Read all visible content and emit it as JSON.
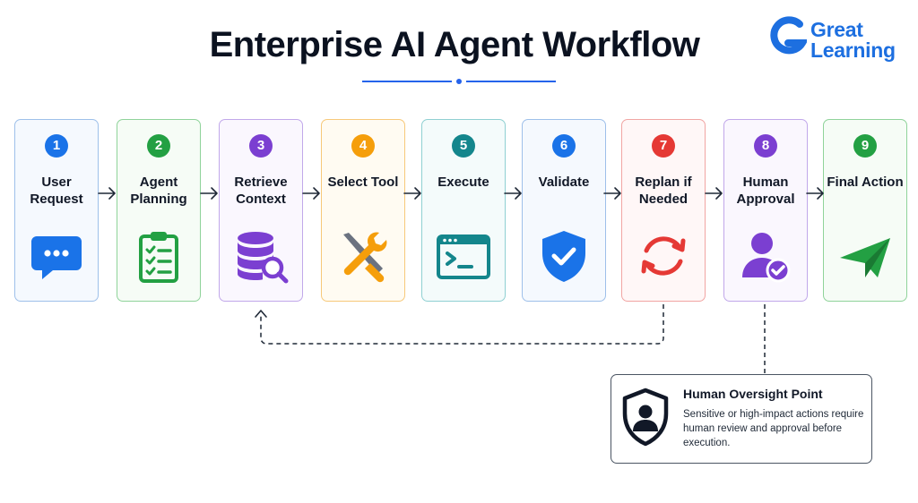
{
  "title": "Enterprise AI Agent Workflow",
  "logo": {
    "line1": "Great",
    "line2": "Learning",
    "color": "#1d6fe0"
  },
  "steps": [
    {
      "number": "1",
      "label": "User Request",
      "icon": "chat-bubble-icon",
      "color": "#1a73e8",
      "border": "#9ec0ea",
      "bg": "#f5f9fe"
    },
    {
      "number": "2",
      "label": "Agent Planning",
      "icon": "clipboard-checklist-icon",
      "color": "#23a043",
      "border": "#8fd39a",
      "bg": "#f6fcf6"
    },
    {
      "number": "3",
      "label": "Retrieve Context",
      "icon": "database-search-icon",
      "color": "#7b3fd1",
      "border": "#c1a8ea",
      "bg": "#faf7fe"
    },
    {
      "number": "4",
      "label": "Select Tool",
      "icon": "tools-icon",
      "color": "#f59e0b",
      "border": "#f7c97a",
      "bg": "#fffbf2"
    },
    {
      "number": "5",
      "label": "Execute",
      "icon": "terminal-icon",
      "color": "#14868c",
      "border": "#8fd0d2",
      "bg": "#f4fbfb"
    },
    {
      "number": "6",
      "label": "Validate",
      "icon": "shield-check-icon",
      "color": "#1a73e8",
      "border": "#9ec0ea",
      "bg": "#f5f9fe"
    },
    {
      "number": "7",
      "label": "Replan if Needed",
      "icon": "refresh-icon",
      "color": "#e53935",
      "border": "#f1a5a3",
      "bg": "#fff7f7"
    },
    {
      "number": "8",
      "label": "Human Approval",
      "icon": "user-check-icon",
      "color": "#7b3fd1",
      "border": "#c1a8ea",
      "bg": "#faf7fe"
    },
    {
      "number": "9",
      "label": "Final Action",
      "icon": "send-plane-icon",
      "color": "#23a043",
      "border": "#8fd39a",
      "bg": "#f6fcf6"
    }
  ],
  "oversight": {
    "title": "Human Oversight Point",
    "description": "Sensitive or high-impact actions require human review and approval before execution.",
    "icon": "shield-user-icon"
  }
}
